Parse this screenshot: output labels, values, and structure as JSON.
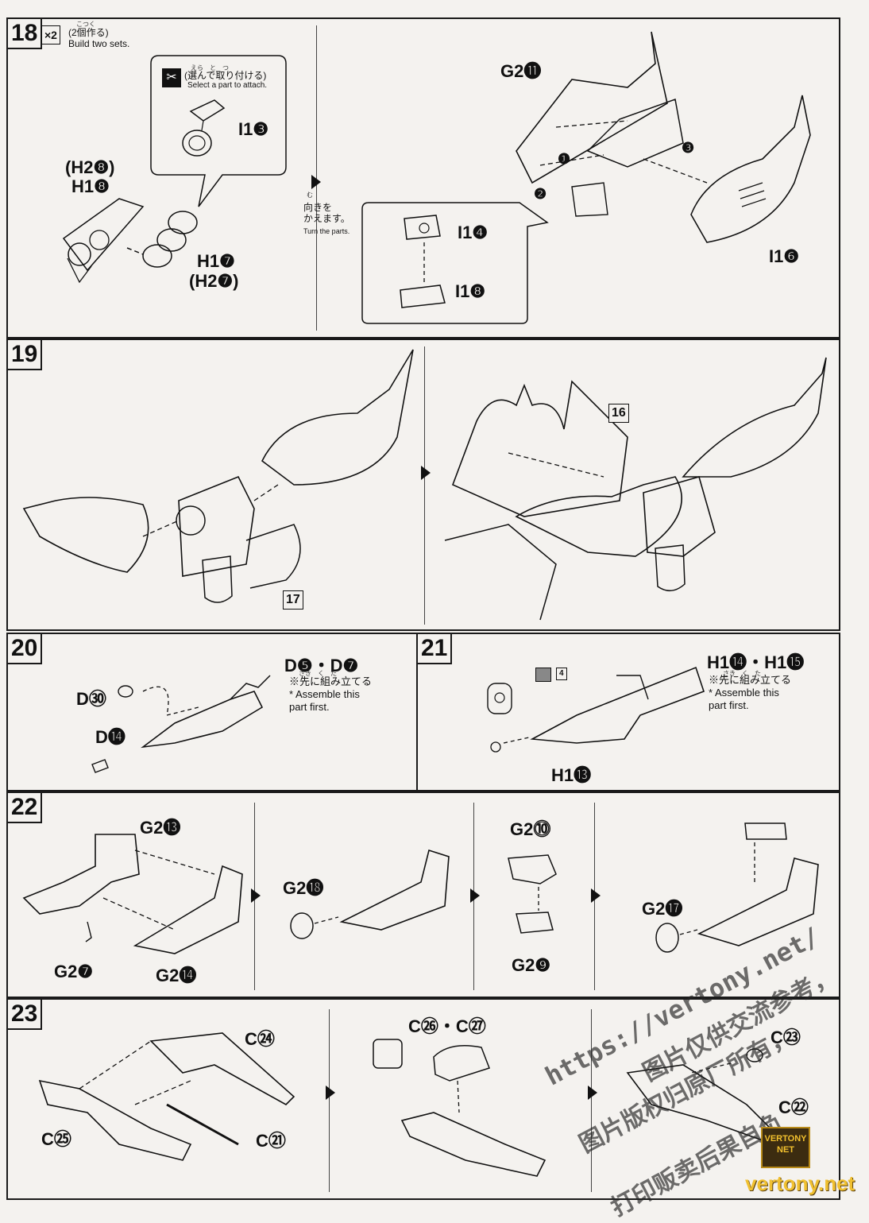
{
  "steps": {
    "s18": {
      "number": "18",
      "multiplier": "×2",
      "multiplier_ruby": "こつく",
      "multiplier_jp": "(2個作る)",
      "multiplier_en": "Build two sets.",
      "select_ruby": "えら　と　つ",
      "select_jp": "(選んで取り付ける)",
      "select_en": "Select a part to attach.",
      "labels": [
        "I1❸",
        "(H2❽)",
        "H1❽",
        "H1❼",
        "(H2❼)",
        "G2⓫",
        "I1❹",
        "I1❽",
        "I1❻"
      ],
      "turn_ruby": "む",
      "turn_jp": "向きを\nかえます。",
      "turn_en": "Turn the parts.",
      "order": [
        "❶",
        "❷",
        "❸"
      ]
    },
    "s19": {
      "number": "19",
      "ref_a": "17",
      "ref_b": "16"
    },
    "s20": {
      "number": "20",
      "labels": [
        "D❺・D❼",
        "D㉚",
        "D⓮"
      ],
      "note_ruby": "さき　く　た",
      "note_jp": "※先に組み立てる",
      "note_en": "* Assemble this\n  part first."
    },
    "s21": {
      "number": "21",
      "labels": [
        "H1⓮・H1⓯",
        "H1⓭"
      ],
      "note_ruby": "さき　く　た",
      "note_jp": "※先に組み立てる",
      "note_en": "* Assemble this\n  part first.",
      "tool_num": "4"
    },
    "s22": {
      "number": "22",
      "labels": [
        "G2⓭",
        "G2❼",
        "G2⓮",
        "G2⓲",
        "G2⓾",
        "G2❾",
        "G2⓱"
      ]
    },
    "s23": {
      "number": "23",
      "labels": [
        "C㉔",
        "C㉕",
        "C㉑",
        "C㉖・C㉗",
        "C㉓",
        "C㉒"
      ]
    }
  },
  "watermark": {
    "url": "https://vertony.net/",
    "line1": "图片仅供交流参考，",
    "line2": "图片版权归原厂所有，",
    "line3": "打印贩卖后果自负"
  },
  "brand": {
    "logo": "VERTONY\nNET",
    "url": "vertony.net"
  }
}
